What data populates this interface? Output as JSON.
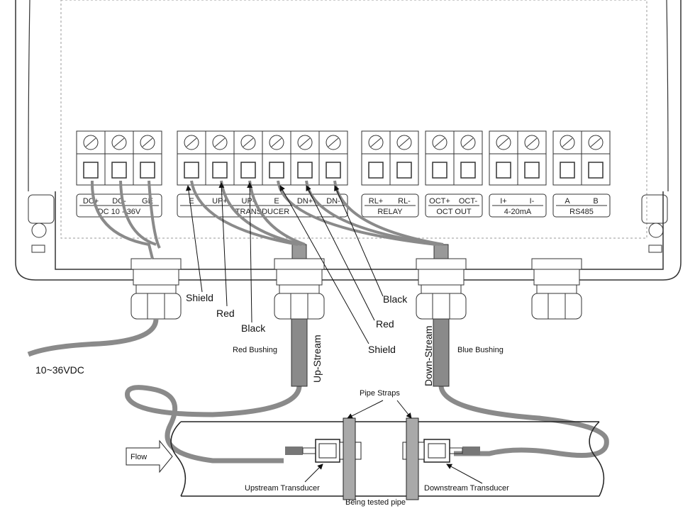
{
  "terminal_groups": [
    {
      "pins": [
        "DC+",
        "DC-",
        "GE"
      ],
      "name": "DC  10 - 36V"
    },
    {
      "pins": [
        "E",
        "UP+",
        "UP-",
        "E",
        "DN+",
        "DN-"
      ],
      "name": "TRANSDUCER"
    },
    {
      "pins": [
        "RL+",
        "RL-"
      ],
      "name": "RELAY"
    },
    {
      "pins": [
        "OCT+",
        "OCT-"
      ],
      "name": "OCT    OUT"
    },
    {
      "pins": [
        "I+",
        "I-"
      ],
      "name": "4-20mA"
    },
    {
      "pins": [
        "A",
        "B"
      ],
      "name": "RS485"
    }
  ],
  "wire_labels": {
    "shield_up": "Shield",
    "red_up": "Red",
    "black_up": "Black",
    "shield_dn": "Shield",
    "red_dn": "Red",
    "black_dn": "Black"
  },
  "power_label": "10~36VDC",
  "red_bushing": "Red Bushing",
  "blue_bushing": "Blue Bushing",
  "up_stream": "Up-Stream",
  "down_stream": "Down-Stream",
  "pipe_straps": "Pipe Straps",
  "flow": "Flow",
  "upstream_transducer": "Upstream Transducer",
  "downstream_transducer": "Downstream Transducer",
  "pipe_label": "Being tested pipe",
  "colors": {
    "cable": "#8a8a8a",
    "line": "#222222",
    "strap": "#a9a9a9"
  }
}
